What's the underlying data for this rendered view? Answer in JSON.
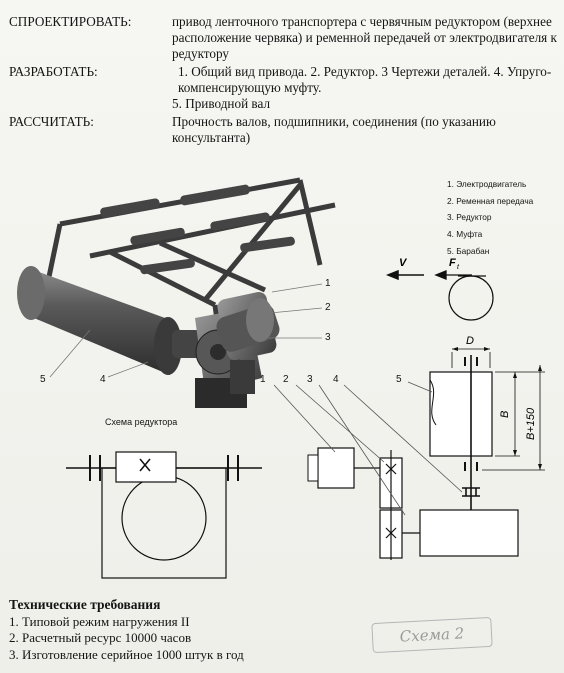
{
  "task": {
    "design": {
      "label": "СПРОЕКТИРОВАТЬ:",
      "text": "привод ленточного транспортера с червячным редуктором (верхнее расположение червяка) и ременной передачей от электродвигателя к редуктору"
    },
    "develop": {
      "label": "РАЗРАБОТАТЬ:",
      "line1": "1. Общий вид привода. 2. Редуктор. 3 Чертежи деталей. 4. Упруго-компенсирующую муфту.",
      "line2": "5. Приводной вал"
    },
    "calculate": {
      "label": "РАССЧИТАТЬ:",
      "text": "Прочность валов, подшипники, соединения (по указанию консультанта)"
    }
  },
  "legend": [
    "1. Электродвигатель",
    "2. Ременная передача",
    "3. Редуктор",
    "4. Муфта",
    "5. Барабан"
  ],
  "photo_callouts": [
    "1",
    "2",
    "3",
    "4",
    "5"
  ],
  "kinematic": {
    "callouts": [
      "1",
      "2",
      "3",
      "4",
      "5"
    ],
    "velocity_label": "V",
    "force_label": "F",
    "force_subscript": "t",
    "dim_d": "D",
    "dim_b": "B",
    "dim_b150": "B+150"
  },
  "reducer_scheme": {
    "title": "Схема редуктора"
  },
  "requirements": {
    "title": "Технические требования",
    "items": [
      "1. Типовой режим нагружения II",
      "2. Расчетный ресурс 10000 часов",
      "3. Изготовление серийное 1000 штук в год"
    ]
  },
  "stamp_text": "Схема 2"
}
